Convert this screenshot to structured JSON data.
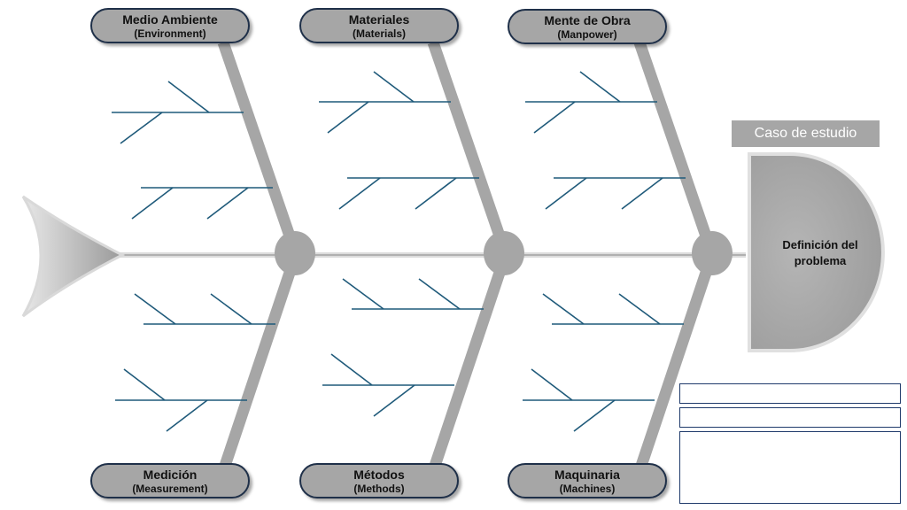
{
  "categories": {
    "environment": {
      "title": "Medio Ambiente",
      "subtitle": "(Environment)"
    },
    "materials": {
      "title": "Materiales",
      "subtitle": "(Materials)"
    },
    "manpower": {
      "title": "Mente de Obra",
      "subtitle": "(Manpower)"
    },
    "measurement": {
      "title": "Medición",
      "subtitle": "(Measurement)"
    },
    "methods": {
      "title": "Métodos",
      "subtitle": "(Methods)"
    },
    "machines": {
      "title": "Maquinaria",
      "subtitle": "(Machines)"
    }
  },
  "case_study": {
    "label": "Caso de estudio"
  },
  "problem": {
    "label": "Definición del problema"
  },
  "colors": {
    "bone": "#a6a6a6",
    "branch": "#1f5a7a",
    "box_border": "#1f3049",
    "info_border": "#1f3a6b"
  }
}
